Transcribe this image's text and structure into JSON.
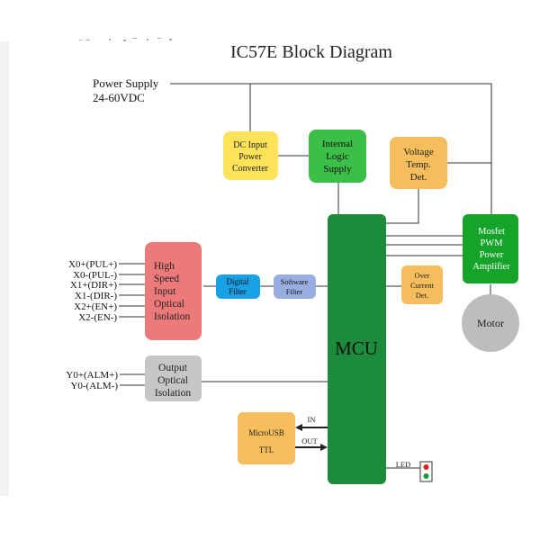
{
  "title": "IC57E Block Diagram",
  "power_supply": {
    "line1": "Power Supply",
    "line2": "24-60VDC"
  },
  "blocks": {
    "dc_converter": [
      "DC Input",
      "Power",
      "Converter"
    ],
    "internal_logic": [
      "Internal",
      "Logic",
      "Supply"
    ],
    "voltage_temp": [
      "Voltage",
      "Temp.",
      "Det."
    ],
    "mosfet": [
      "Mosfet",
      "PWM",
      "Power",
      "Amplifier"
    ],
    "motor": "Motor",
    "high_speed": [
      "High",
      "Speed",
      "Input",
      "Optical",
      "Isolation"
    ],
    "digital_filter": [
      "Digital",
      "Filter"
    ],
    "software_filter": [
      "Software",
      "Filter"
    ],
    "over_current": [
      "Over",
      "Current",
      "Det."
    ],
    "mcu": "MCU",
    "output_optical": [
      "Output",
      "Optical",
      "Isolation"
    ],
    "microusb": [
      "MicroUSB",
      "TTL"
    ]
  },
  "inputs": [
    "X0+(PUL+)",
    "X0-(PUL-)",
    "X1+(DIR+)",
    "X1-(DIR-)",
    "X2+(EN+)",
    "X2-(EN-)"
  ],
  "outputs": [
    "Y0+(ALM+)",
    "Y0-(ALM-)"
  ],
  "usb_labels": {
    "in": "IN",
    "out": "OUT"
  },
  "led_label": "LED",
  "colors": {
    "yellow": "#fde25a",
    "green": "#3cbf48",
    "orange": "#f5bd5b",
    "mosfet": "#16a329",
    "mcu": "#1d8b3c",
    "red": "#ec7a7a",
    "blue": "#1aa0e4",
    "lavender": "#99aee0",
    "gray": "#c6c6c6",
    "motor": "#bdbdbd",
    "led_red": "#e41b1b",
    "led_green": "#1a9a3a"
  }
}
